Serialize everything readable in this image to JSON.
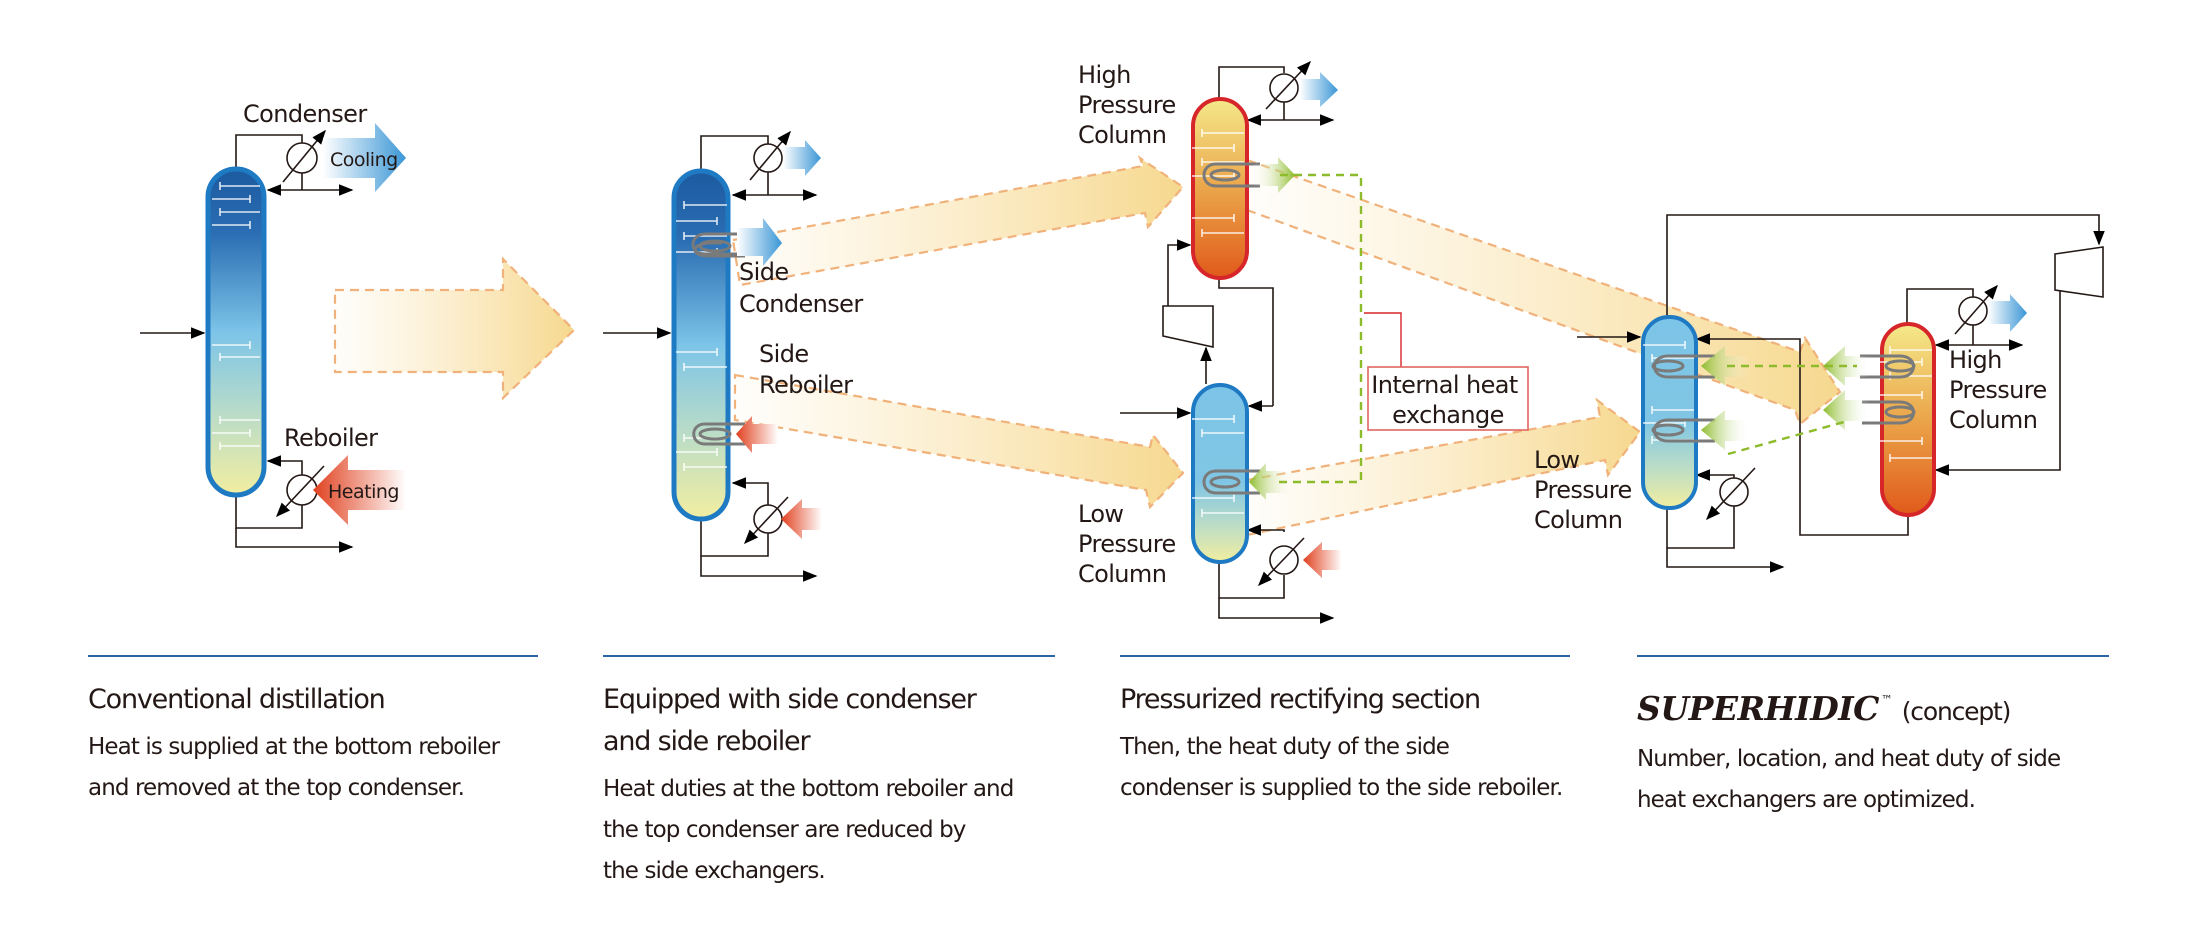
{
  "diagram": {
    "panel1": {
      "condenser_label": "Condenser",
      "cooling_label": "Cooling",
      "reboiler_label": "Reboiler",
      "heating_label": "Heating"
    },
    "panel2": {
      "side_condenser_label": [
        "Side",
        "Condenser"
      ],
      "side_reboiler_label": [
        "Side",
        "Reboiler"
      ]
    },
    "panel3": {
      "high_pressure_label": [
        "High",
        "Pressure",
        "Column"
      ],
      "low_pressure_label": [
        "Low",
        "Pressure",
        "Column"
      ],
      "internal_heat_exchange_label": [
        "Internal heat",
        "exchange"
      ],
      "low_pressure_label_right": [
        "Low",
        "Pressure",
        "Column"
      ]
    },
    "panel4": {
      "high_pressure_label": [
        "High",
        "Pressure",
        "Column"
      ]
    },
    "colors": {
      "cold_column_top": "#1d5aa0",
      "cold_column_mid": "#7cc4e8",
      "cold_column_bottom": "#f2eea0",
      "cold_column_border": "#1f7ac4",
      "hot_column_top": "#f4e98a",
      "hot_column_bottom": "#e05a1a",
      "hot_column_border": "#d7262a",
      "cooling_arrow": "#3a96d6",
      "heating_arrow": "#e0401e",
      "internal_heat_arrow": "#8dbb2b",
      "transition_arrow": "#f6d88e",
      "section_rule": "#2a65a8"
    }
  },
  "sections": [
    {
      "title": "Conventional distillation",
      "body": [
        "Heat is supplied at the bottom reboiler",
        "and removed at the top condenser."
      ]
    },
    {
      "title": "Equipped with side condenser and side reboiler",
      "title_lines": [
        "Equipped with side condenser",
        "and side reboiler"
      ],
      "body": [
        "Heat duties at the bottom reboiler and",
        "the top condenser are reduced by",
        "the side exchangers."
      ]
    },
    {
      "title": "Pressurized rectifying section",
      "body": [
        "Then, the heat duty of the side",
        "condenser is supplied to the side reboiler."
      ]
    },
    {
      "brand": "SUPERHIDIC",
      "trademark": "™",
      "title_suffix": "(concept)",
      "body": [
        "Number, location, and heat duty of side",
        "heat exchangers are optimized."
      ]
    }
  ]
}
